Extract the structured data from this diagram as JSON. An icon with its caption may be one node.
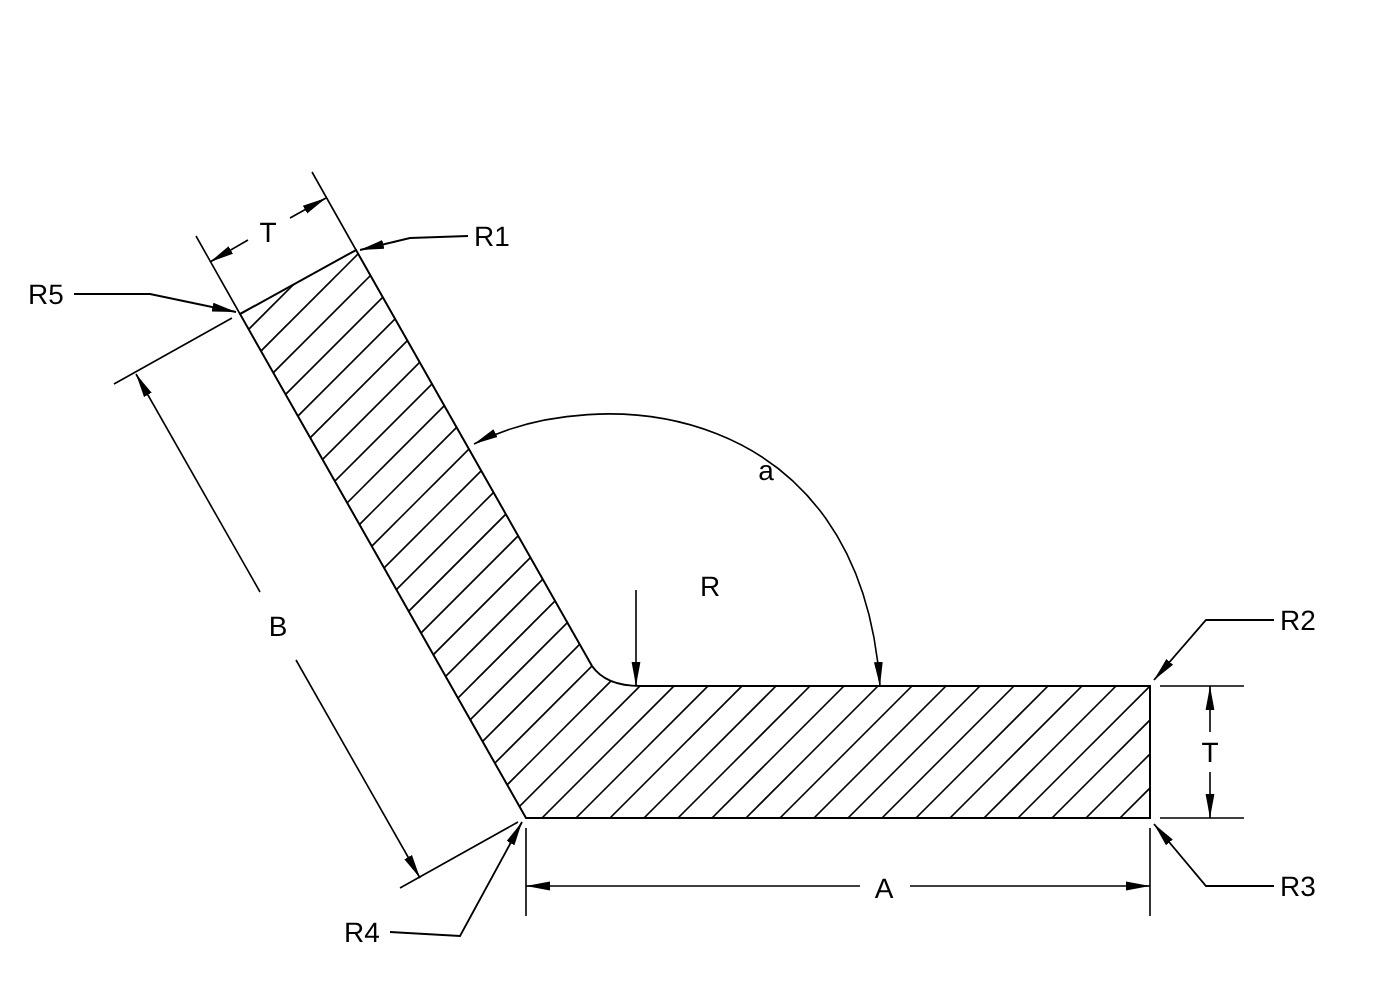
{
  "diagram": {
    "nodes": [
      {
        "text": [
          "R1"
        ]
      },
      {
        "text": [
          "R5"
        ]
      },
      {
        "text": [
          "R2"
        ]
      },
      {
        "text": [
          "R3"
        ]
      },
      {
        "text": [
          "R4"
        ]
      }
    ],
    "edges": [
      {
        "from": 0,
        "to": null,
        "arrow": "to"
      },
      {
        "from": 1,
        "to": null,
        "arrow": "to"
      },
      {
        "from": 2,
        "to": null,
        "arrow": "to"
      },
      {
        "from": 3,
        "to": null,
        "arrow": "to"
      },
      {
        "from": 4,
        "to": null,
        "arrow": "to"
      }
    ],
    "labels": [
      "T",
      "a",
      "R",
      "B",
      "T",
      "A"
    ]
  }
}
